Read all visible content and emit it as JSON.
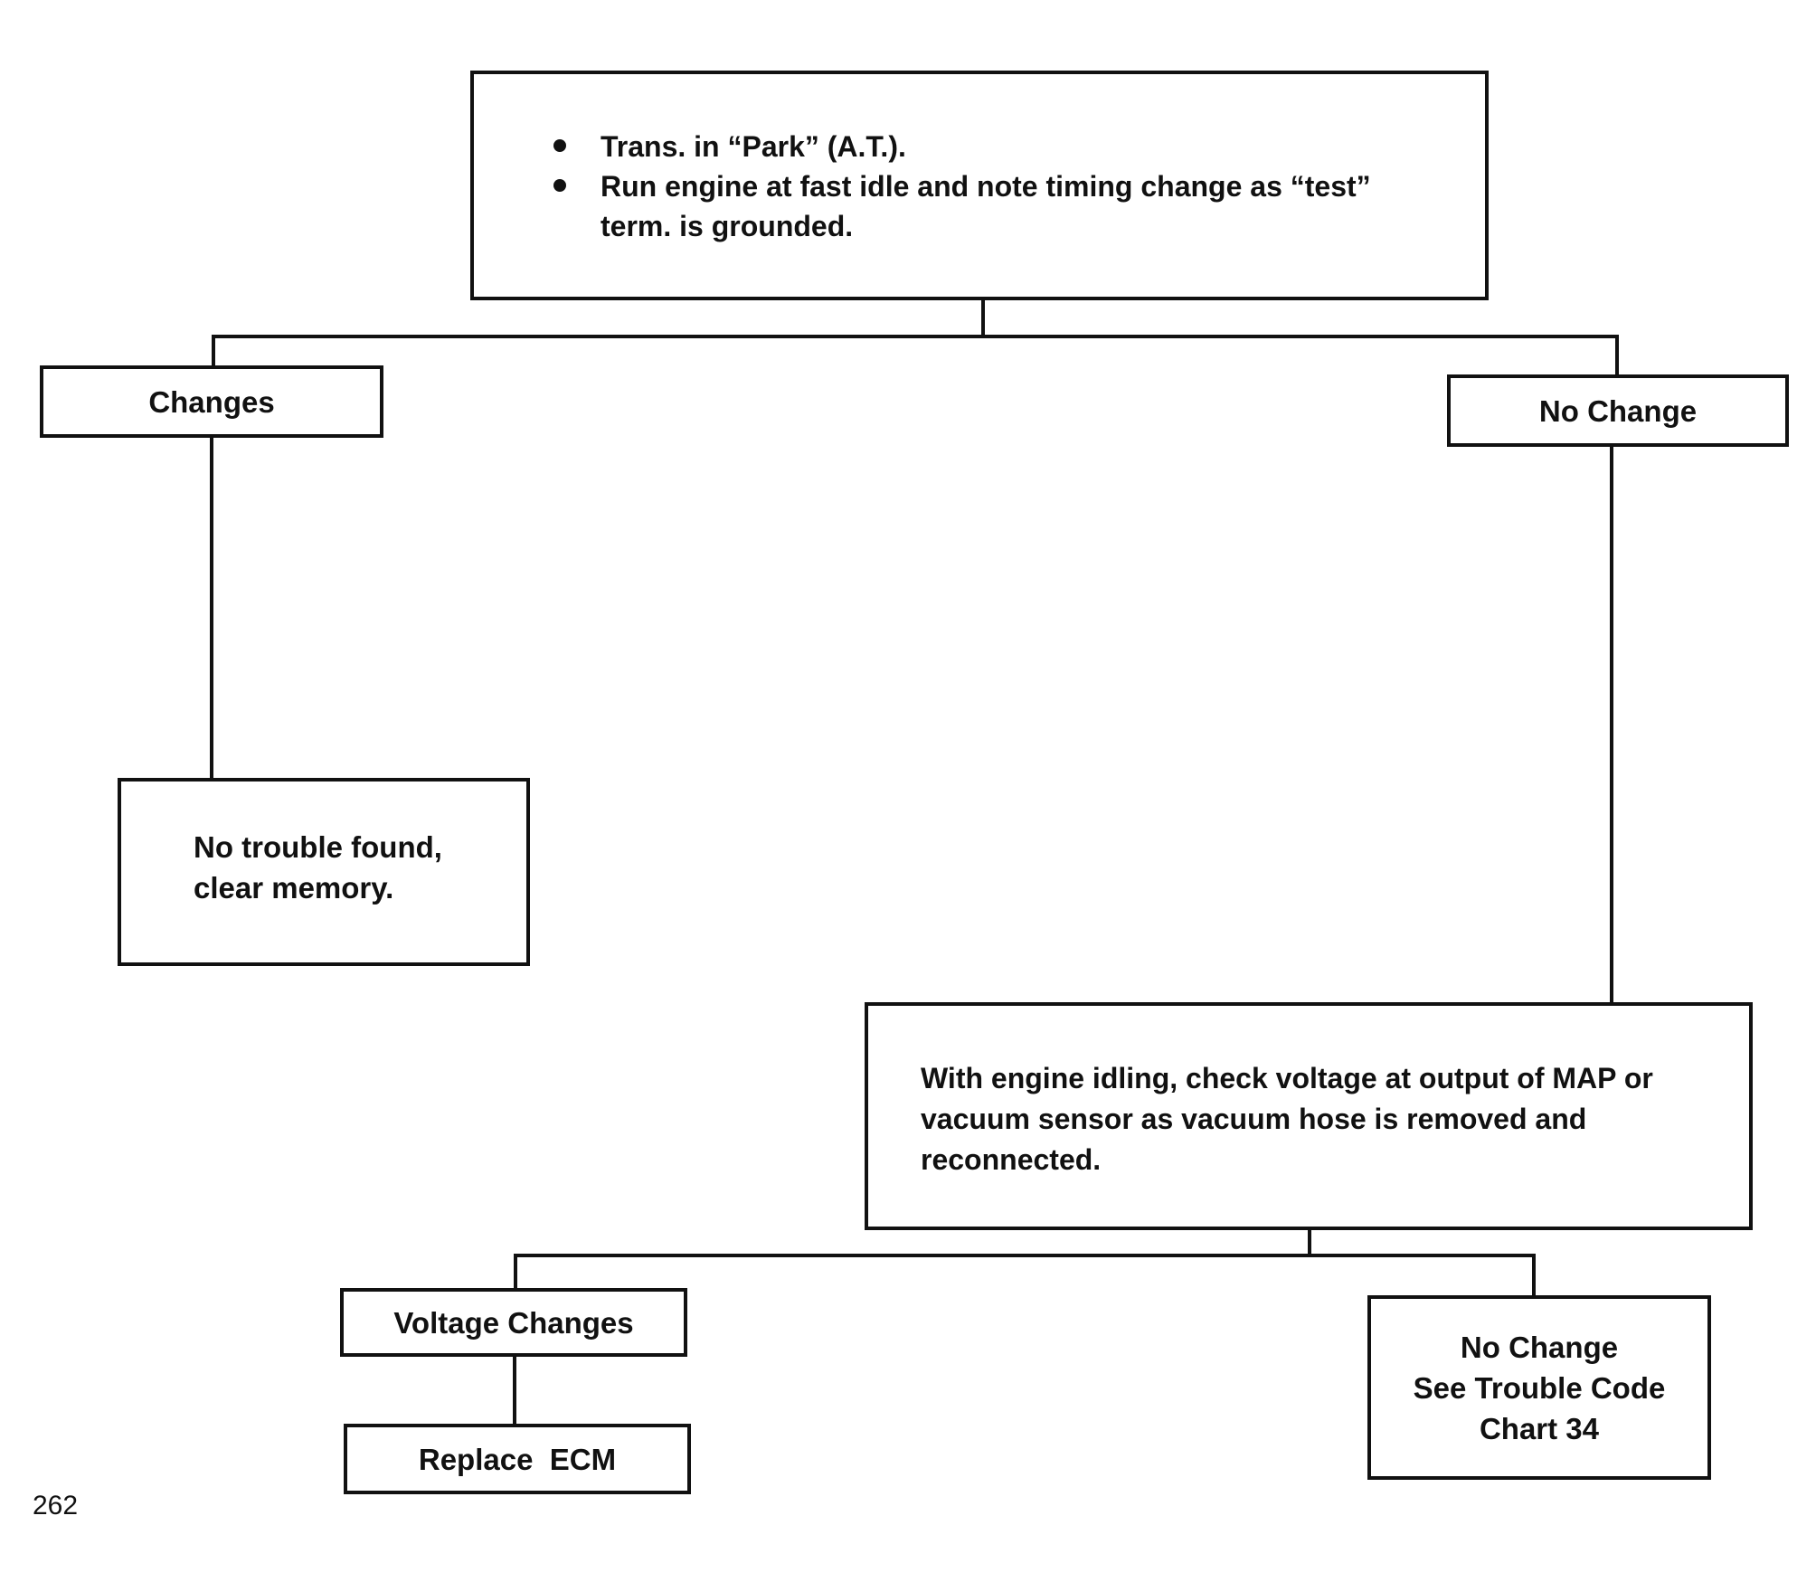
{
  "flowchart": {
    "start": {
      "bullets": [
        "Trans. in “Park” (A.T.).",
        "Run engine at fast idle and note timing change as “test” term. is grounded."
      ]
    },
    "branch_changes": {
      "label": "Changes"
    },
    "branch_no_change": {
      "label": "No Change"
    },
    "result_no_trouble": {
      "text": "No trouble found,\nclear memory."
    },
    "check_voltage": {
      "text": "With engine idling, check voltage at output of MAP or vacuum sensor as vacuum hose is removed and reconnected."
    },
    "branch_voltage_changes": {
      "label": "Voltage Changes"
    },
    "result_replace_ecm": {
      "label": "Replace  ECM"
    },
    "result_see_chart": {
      "text": "No Change\nSee Trouble Code\nChart 34"
    }
  },
  "page_number": "262"
}
